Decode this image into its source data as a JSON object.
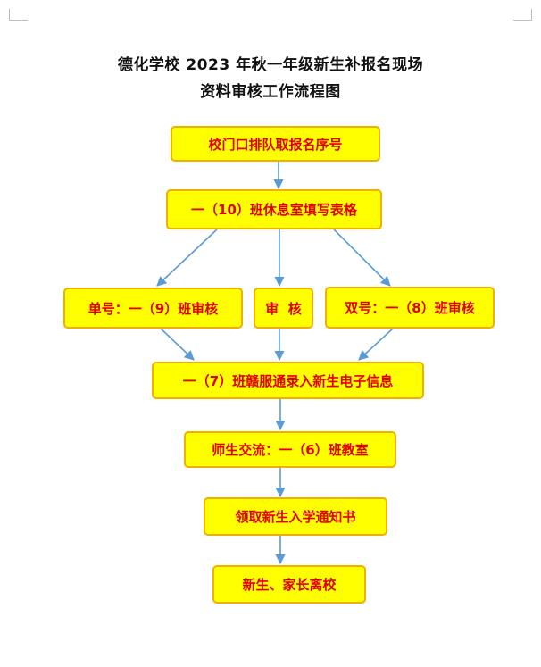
{
  "title": {
    "line1": "德化学校 2023 年秋一年级新生补报名现场",
    "line2": "资料审核工作流程图"
  },
  "steps": {
    "queue": "校门口排队取报名序号",
    "fill_form": "一（10）班休息室填写表格",
    "odd_review": "单号：一（9）班审核",
    "review": "审  核",
    "even_review": "双号：一（8）班审核",
    "entry": "一（7）班赣服通录入新生电子信息",
    "talk": "师生交流：一（6）班教室",
    "notice": "领取新生入学通知书",
    "leave": "新生、家长离校"
  },
  "colors": {
    "box_fill": "#ffff00",
    "box_border": "#f0b000",
    "text": "#e00000",
    "arrow": "#5b9bd5"
  }
}
